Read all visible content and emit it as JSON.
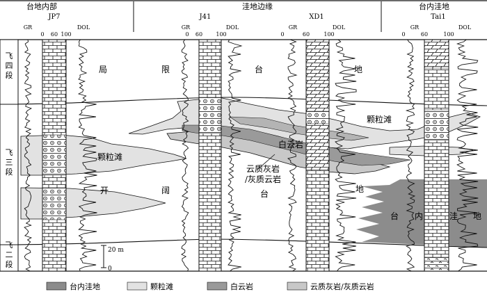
{
  "header": {
    "zones": [
      {
        "label": "台地内部"
      },
      {
        "label": "洼地边缘"
      },
      {
        "label": "台内洼地"
      }
    ]
  },
  "wells": [
    {
      "name": "JP7"
    },
    {
      "name": "J41"
    },
    {
      "name": "XD1"
    },
    {
      "name": "Tai1"
    }
  ],
  "logs": {
    "gr": "GR",
    "dol": "DOL",
    "scale": [
      "0",
      "60",
      "100"
    ]
  },
  "members": [
    {
      "label": "飞四段"
    },
    {
      "label": "飞三段"
    },
    {
      "label": "飞二段"
    }
  ],
  "section_labels": {
    "ju": "局",
    "xian": "限",
    "tai_upper": "台",
    "di_upper": "地",
    "shoal_left": "颗粒滩",
    "kai": "开",
    "kuo": "阔",
    "tai_lower": "台",
    "di_lower": "地",
    "shoal_right": "颗粒滩",
    "dolomite": "白云岩",
    "mixed_1": "云质灰岩",
    "mixed_2": "/灰质云岩",
    "wa_tai": "台",
    "wa_nei": "内",
    "wa_wa": "洼",
    "wa_di": "地"
  },
  "scale_bar": {
    "top": "20 m",
    "bottom": "0"
  },
  "legend": [
    {
      "label": "台内洼地",
      "color": "#8c8c8c"
    },
    {
      "label": "颗粒滩",
      "color": "#e2e2e2"
    },
    {
      "label": "白云岩",
      "color": "#9a9a9a"
    },
    {
      "label": "云质灰岩/灰质云岩",
      "color": "#c8c8c8"
    }
  ]
}
